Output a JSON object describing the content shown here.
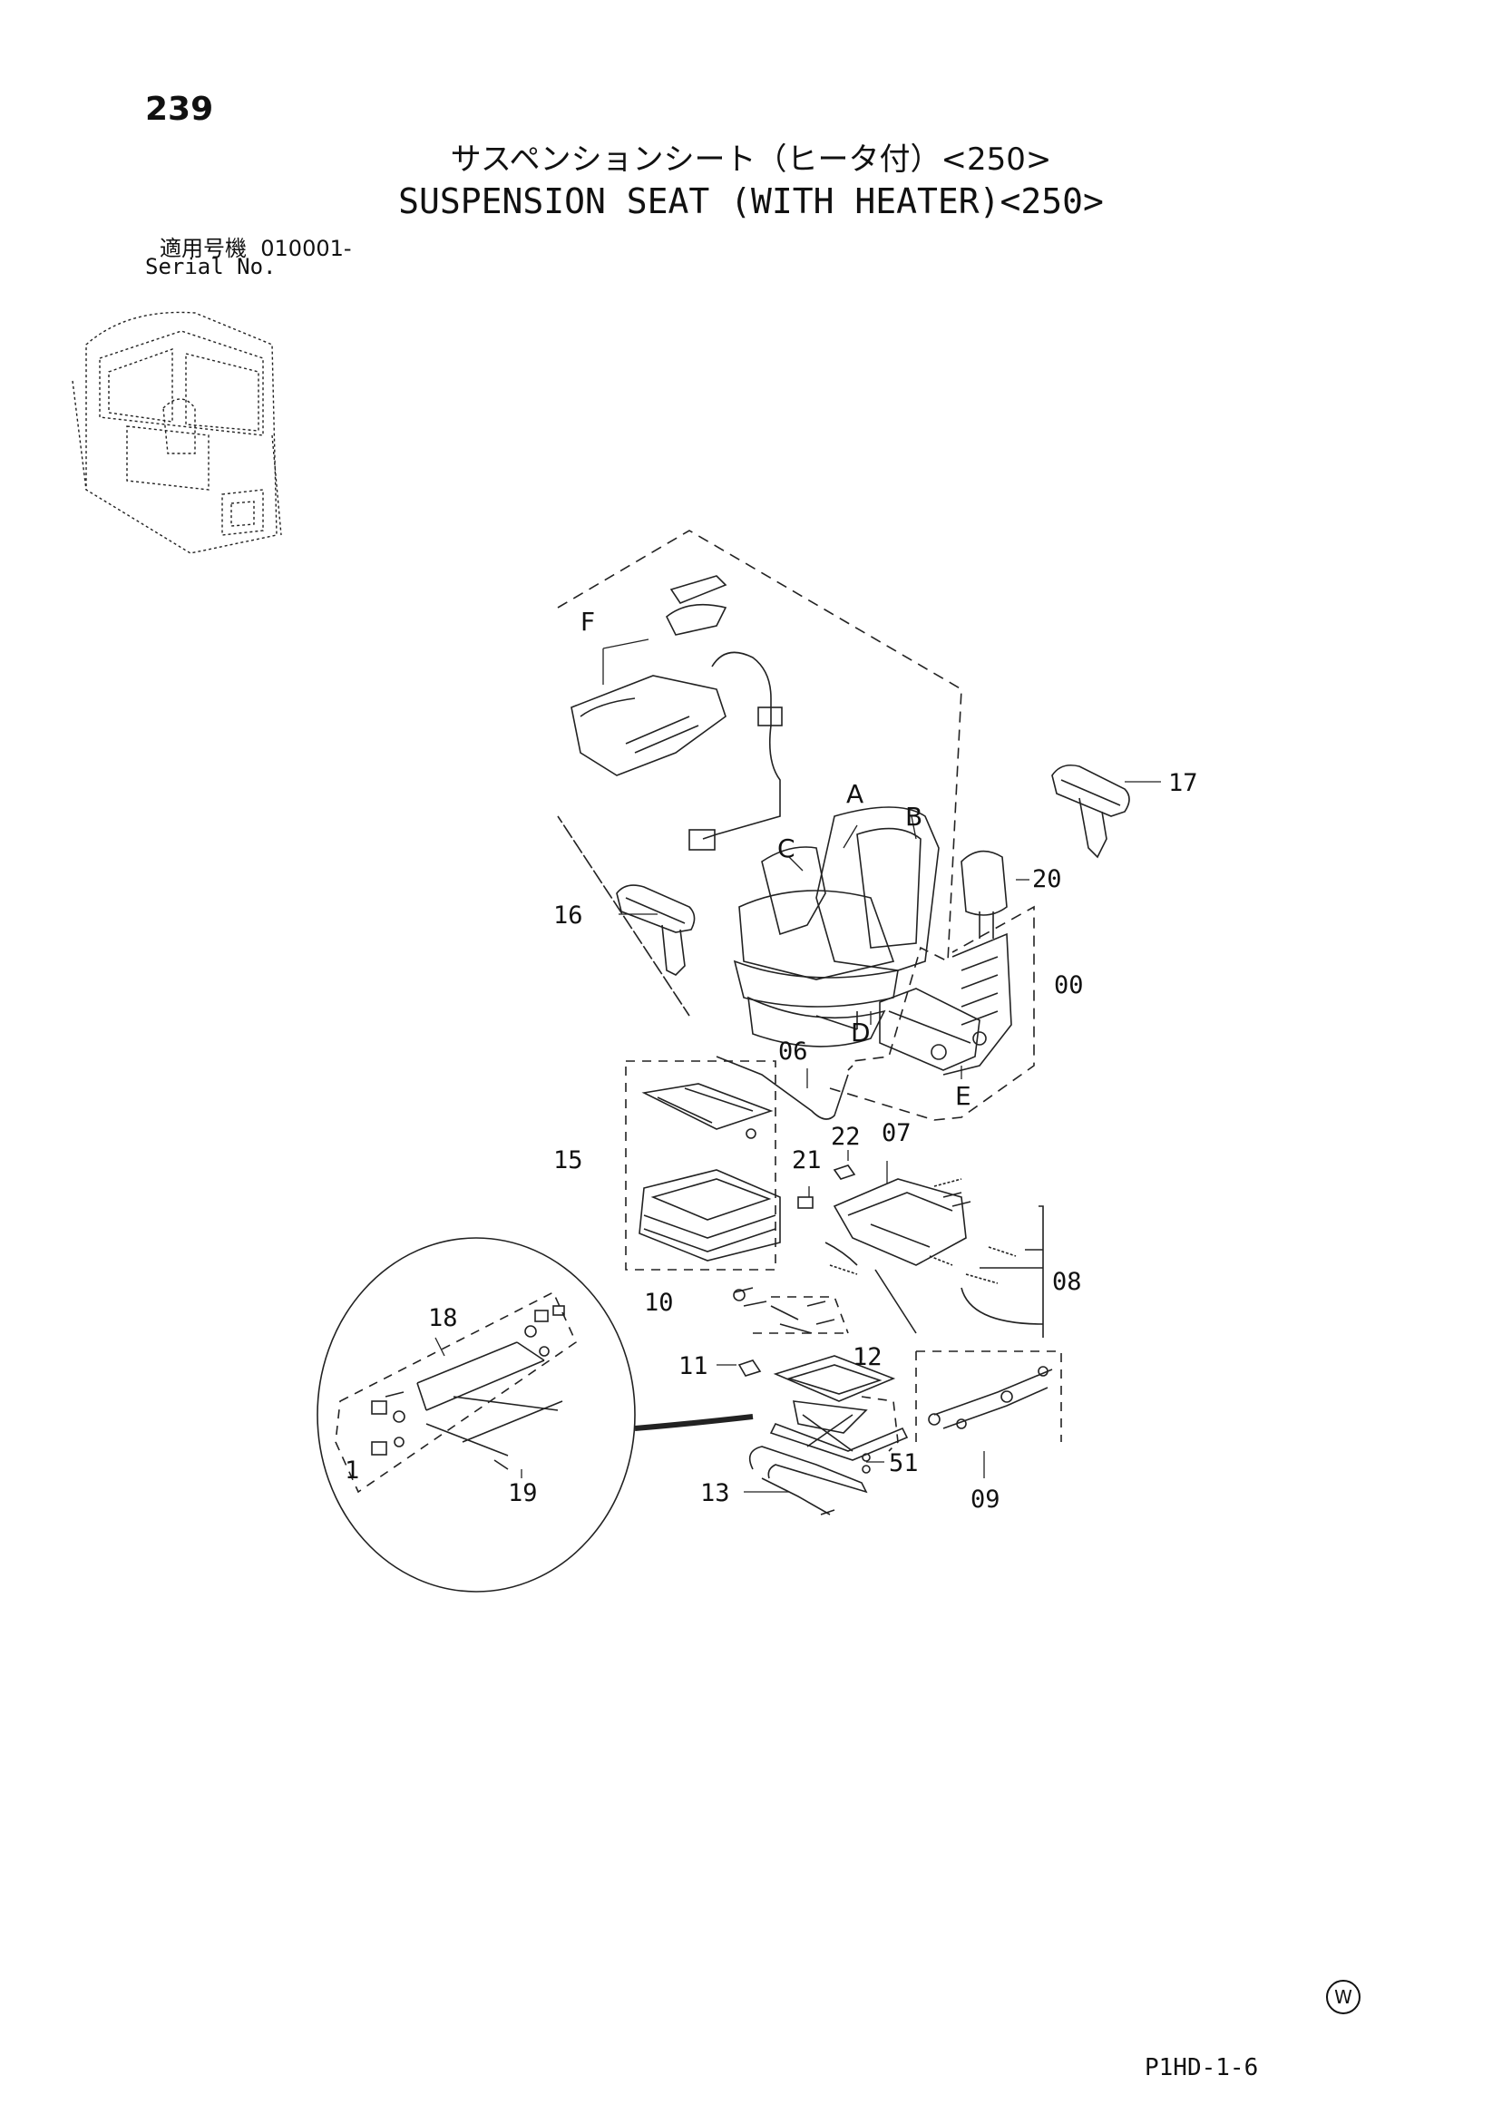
{
  "page_number": "239",
  "title_jp": "サスペンションシート（ヒータ付）<250>",
  "title_en": "SUSPENSION SEAT (WITH HEATER)<250>",
  "serial_label_jp": "適用号機",
  "serial_value": "010001-",
  "serial_label_en": "Serial No.",
  "callouts": {
    "c17": "17",
    "c16": "16",
    "c20": "20",
    "c00": "00",
    "c06": "06",
    "c15": "15",
    "c21": "21",
    "c22": "22",
    "c07": "07",
    "c08": "08",
    "c10": "10",
    "c18": "18",
    "c11": "11",
    "c12": "12",
    "c1": "1",
    "c51": "51",
    "c19": "19",
    "c13": "13",
    "c09": "09",
    "A": "A",
    "B": "B",
    "C": "C",
    "D": "D",
    "E": "E",
    "F": "F"
  },
  "mark": "W",
  "page_code": "P1HD-1-6"
}
